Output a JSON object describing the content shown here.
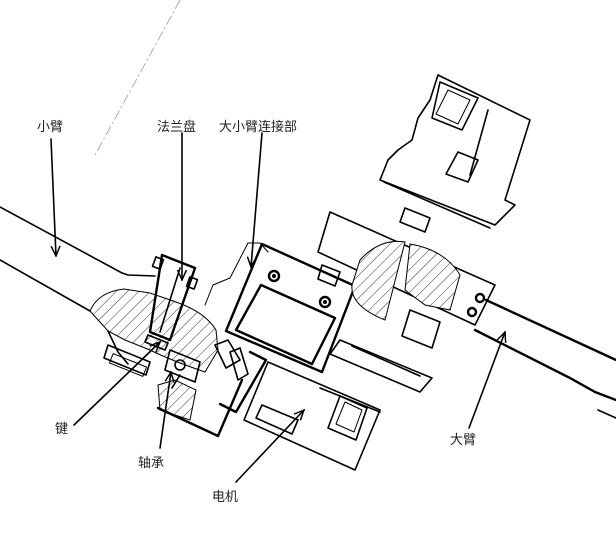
{
  "diagram": {
    "type": "mechanical-assembly-section",
    "labels": {
      "forearm": "小臂",
      "flange": "法兰盘",
      "arm_connector": "大小臂连接部",
      "key": "键",
      "bearing": "轴承",
      "motor": "电机",
      "upper_arm": "大臂"
    },
    "colors": {
      "line": "#000000",
      "text": "#222222",
      "background": "#ffffff",
      "construction_line": "#9a9a9a"
    }
  }
}
